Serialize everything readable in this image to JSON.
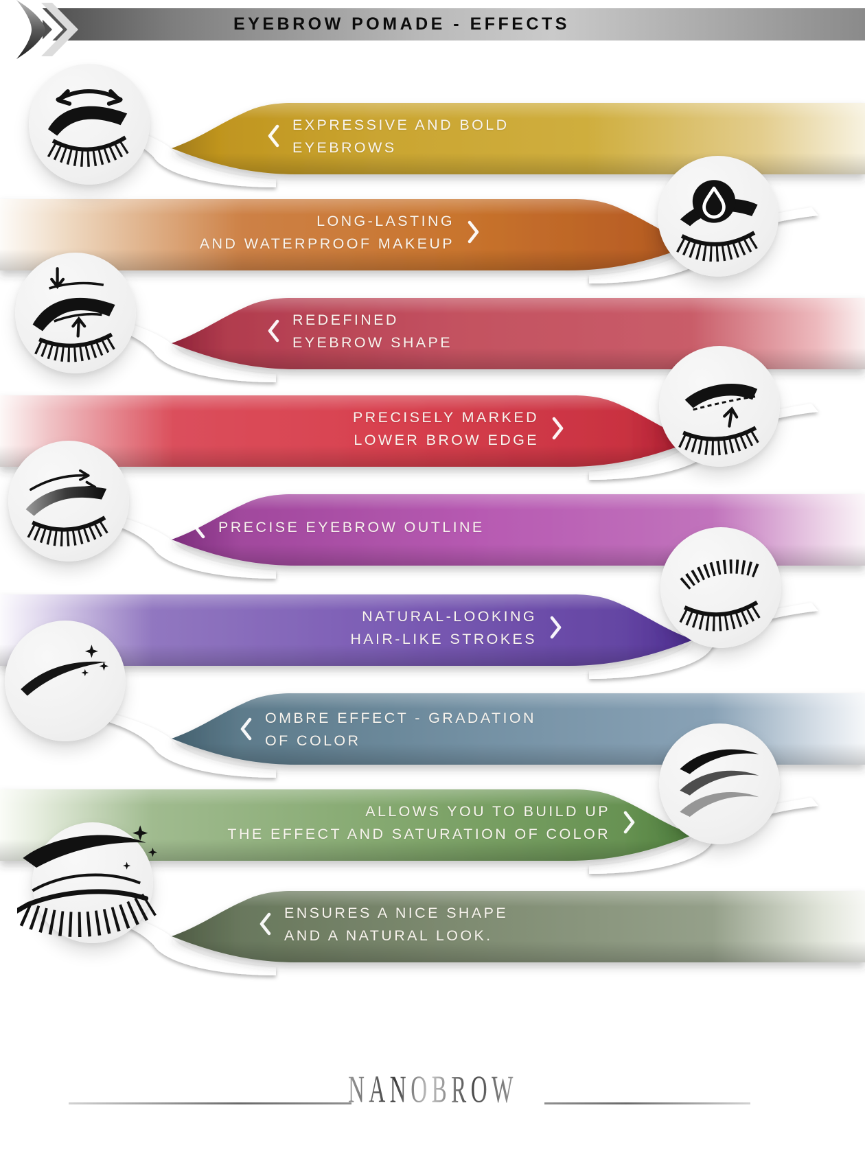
{
  "header": {
    "title": "EYEBROW POMADE - EFFECTS"
  },
  "effects": [
    {
      "label_lines": [
        "EXPRESSIVE AND BOLD",
        "EYEBROWS"
      ],
      "side": "left",
      "color": "#c9a42e",
      "icon": "brow-direction-icon"
    },
    {
      "label_lines": [
        "LONG-LASTING",
        "AND WATERPROOF MAKEUP"
      ],
      "side": "right",
      "color": "#c9752e",
      "icon": "brow-waterproof-icon"
    },
    {
      "label_lines": [
        "REDEFINED",
        "EYEBROW SHAPE"
      ],
      "side": "left",
      "color": "#c35160",
      "icon": "brow-reshape-icon"
    },
    {
      "label_lines": [
        "PRECISELY MARKED",
        "LOWER BROW EDGE"
      ],
      "side": "right",
      "color": "#d8414f",
      "icon": "brow-lower-edge-icon"
    },
    {
      "label_lines": [
        "PRECISE EYEBROW OUTLINE"
      ],
      "side": "left",
      "color": "#b75ab2",
      "icon": "brow-outline-icon"
    },
    {
      "label_lines": [
        "NATURAL-LOOKING",
        "HAIR-LIKE STROKES"
      ],
      "side": "right",
      "color": "#7c5db5",
      "icon": "brow-strokes-icon"
    },
    {
      "label_lines": [
        "OMBRE EFFECT - GRADATION",
        "OF COLOR"
      ],
      "side": "left",
      "color": "#7491a4",
      "icon": "brow-ombre-icon"
    },
    {
      "label_lines": [
        "ALLOWS YOU TO BUILD UP",
        "THE EFFECT AND SATURATION OF COLOR"
      ],
      "side": "right",
      "color": "#85a970",
      "icon": "brow-buildup-icon"
    },
    {
      "label_lines": [
        "ENSURES A NICE SHAPE",
        "AND A NATURAL LOOK."
      ],
      "side": "left",
      "color": "#808d73",
      "icon": "eye-natural-icon"
    }
  ],
  "footer": {
    "brand": "NANOBROW"
  }
}
